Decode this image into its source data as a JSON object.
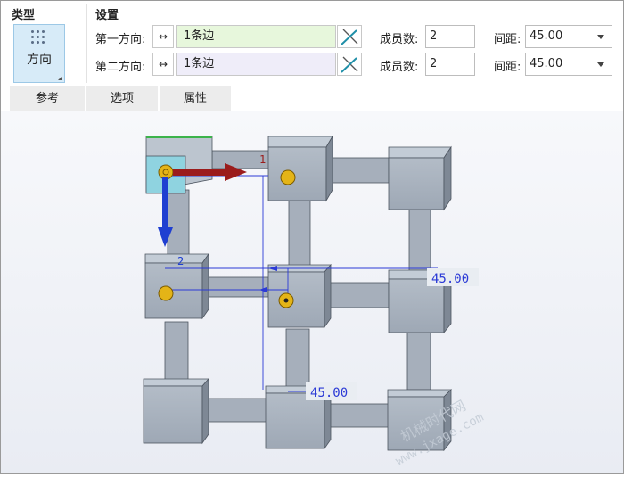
{
  "ribbon": {
    "type_group": {
      "title": "类型",
      "button_label": "方向"
    },
    "settings_group": {
      "title": "设置",
      "first_direction": {
        "label": "第一方向:",
        "reference": "1条边",
        "member_label": "成员数:",
        "member_value": "2",
        "spacing_label": "间距:",
        "spacing_value": "45.00"
      },
      "second_direction": {
        "label": "第二方向:",
        "reference": "1条边",
        "member_label": "成员数:",
        "member_value": "2",
        "spacing_label": "间距:",
        "spacing_value": "45.00"
      }
    }
  },
  "tabs": [
    "参考",
    "选项",
    "属性"
  ],
  "viewport": {
    "dim_first": "45.00",
    "dim_second": "45.00",
    "dir_marker_1": "1",
    "dir_marker_2": "2",
    "watermark_1": "机械时代网",
    "watermark_2": "www.jxage.com"
  },
  "colors": {
    "ref_field_1": "#e7f7dc",
    "ref_field_2": "#efedf9",
    "type_button": "#d7ebf8",
    "arrow_first": "#9b1c1c",
    "arrow_second": "#1f3fd1",
    "cube": "#a8b2be"
  }
}
